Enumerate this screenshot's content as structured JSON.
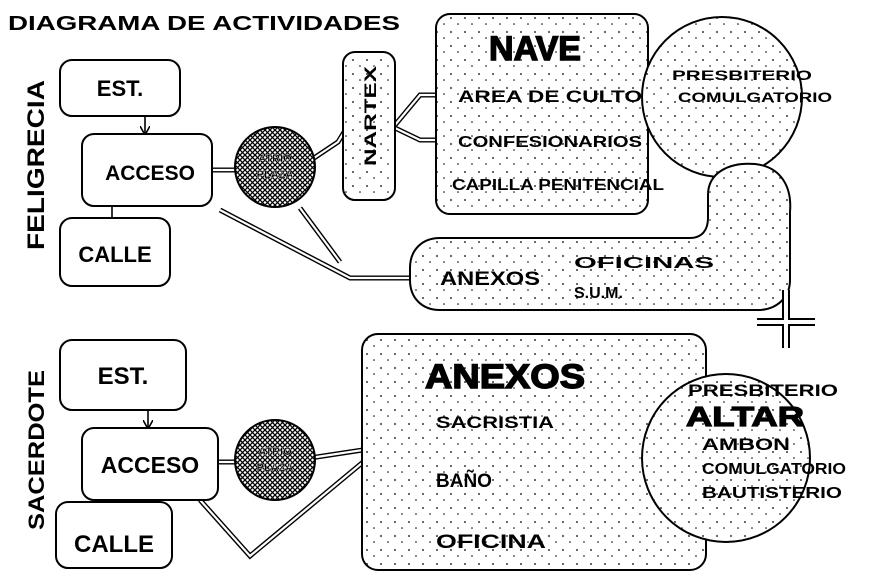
{
  "title": "DIAGRAMA DE ACTIVIDADES",
  "sections": {
    "top_label": "FELIGRECIA",
    "bottom_label": "SACERDOTE"
  },
  "top": {
    "est": "EST.",
    "acceso": "ACCESO",
    "calle": "CALLE",
    "atrio_line1": "ATRIO",
    "atrio_line2": "PLAZA",
    "nartex": "NARTEX",
    "nave_title": "NAVE",
    "area_culto": "AREA DE CULTO",
    "confesionarios": "CONFESIONARIOS",
    "capilla": "CAPILLA PENITENCIAL",
    "presbiterio": "PRESBITERIO",
    "comulgatorio": "COMULGATORIO",
    "anexos": "ANEXOS",
    "oficinas": "OFICINAS",
    "sum": "S.U.M."
  },
  "bottom": {
    "est": "EST.",
    "acceso": "ACCESO",
    "calle": "CALLE",
    "atrio_line1": "ATRIO",
    "atrio_line2": "PLAZA",
    "anexos_title": "ANEXOS",
    "sacristia": "SACRISTIA",
    "bano": "BAÑO",
    "oficina": "OFICINA",
    "presbiterio": "PRESBITERIO",
    "altar": "ALTAR",
    "ambon": "AMBON",
    "comulgatorio": "COMULGATORIO",
    "bautisterio": "BAUTISTERIO"
  }
}
